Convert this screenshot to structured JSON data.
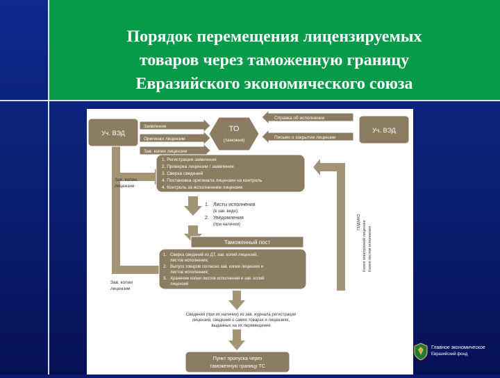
{
  "slide": {
    "title_lines": [
      "Порядок  перемещения лицензируемых",
      "товаров через таможенную границу",
      "Евразийского экономического союза"
    ]
  },
  "diagram": {
    "left_participant": "Уч. ВЭД",
    "right_participant": "Уч. ВЭД",
    "to_box": {
      "title": "ТО",
      "subtitle": "(таможня)"
    },
    "to_inputs": [
      "Заявление",
      "Оригинал лицензии",
      "Зав. копии лицензии"
    ],
    "right_inputs": [
      "Справка об исполнении",
      "Письмо о закрытии лицензии"
    ],
    "to_steps": [
      "1.  Регистрация заявления",
      "2.  Проверка лицензии / заявления",
      "3.  Сверка сведений",
      "4.  Постановка оригинала лицензии на контроль",
      "4.  Контроль за исполнением лицензии"
    ],
    "return_label_top": [
      "Зав. копии",
      "лицензии"
    ],
    "middle_list": [
      {
        "num": "1.",
        "line1": "Листы исполнения",
        "line2": "(в зав. виде);"
      },
      {
        "num": "2.",
        "line1": "Уведомления",
        "line2": "(при наличии)"
      }
    ],
    "customs_post": "Таможенный пост",
    "post_steps": [
      {
        "num": "1.",
        "line1": "Сверка сведений из ДТ, зав. копий лицензий,",
        "line2": "листов исполнения;"
      },
      {
        "num": "2.",
        "line1": "Выпуск товаров согласно зав. копии лицензии и",
        "line2": "листов исполнения;"
      },
      {
        "num": "3.",
        "line1": "Хранение копии листов исполнения и зав. копий",
        "line2": "лицензий"
      }
    ],
    "return_label_bottom": [
      "Зав. копии",
      "лицензии"
    ],
    "vertical_note": [
      "ПИДМКО",
      "Копия электронной лицензии",
      "Копия листов исполнения"
    ],
    "info_text": [
      "Сведения (при их наличии) из зав. журнала регистрации",
      "лицензий, сведения о самих товарах и лицензиях,",
      "выданных на их перемещение"
    ],
    "checkpoint": [
      "Пункт пропуска через",
      "таможенную границу ТС"
    ],
    "logo": {
      "line1": "Главное экономическое",
      "line2": "Евразийский фонд"
    },
    "colors": {
      "box_fill": "#8c7c62",
      "box_stroke": "#ffffff",
      "box_text": "#ffffff",
      "arrow": "#a39476"
    }
  }
}
